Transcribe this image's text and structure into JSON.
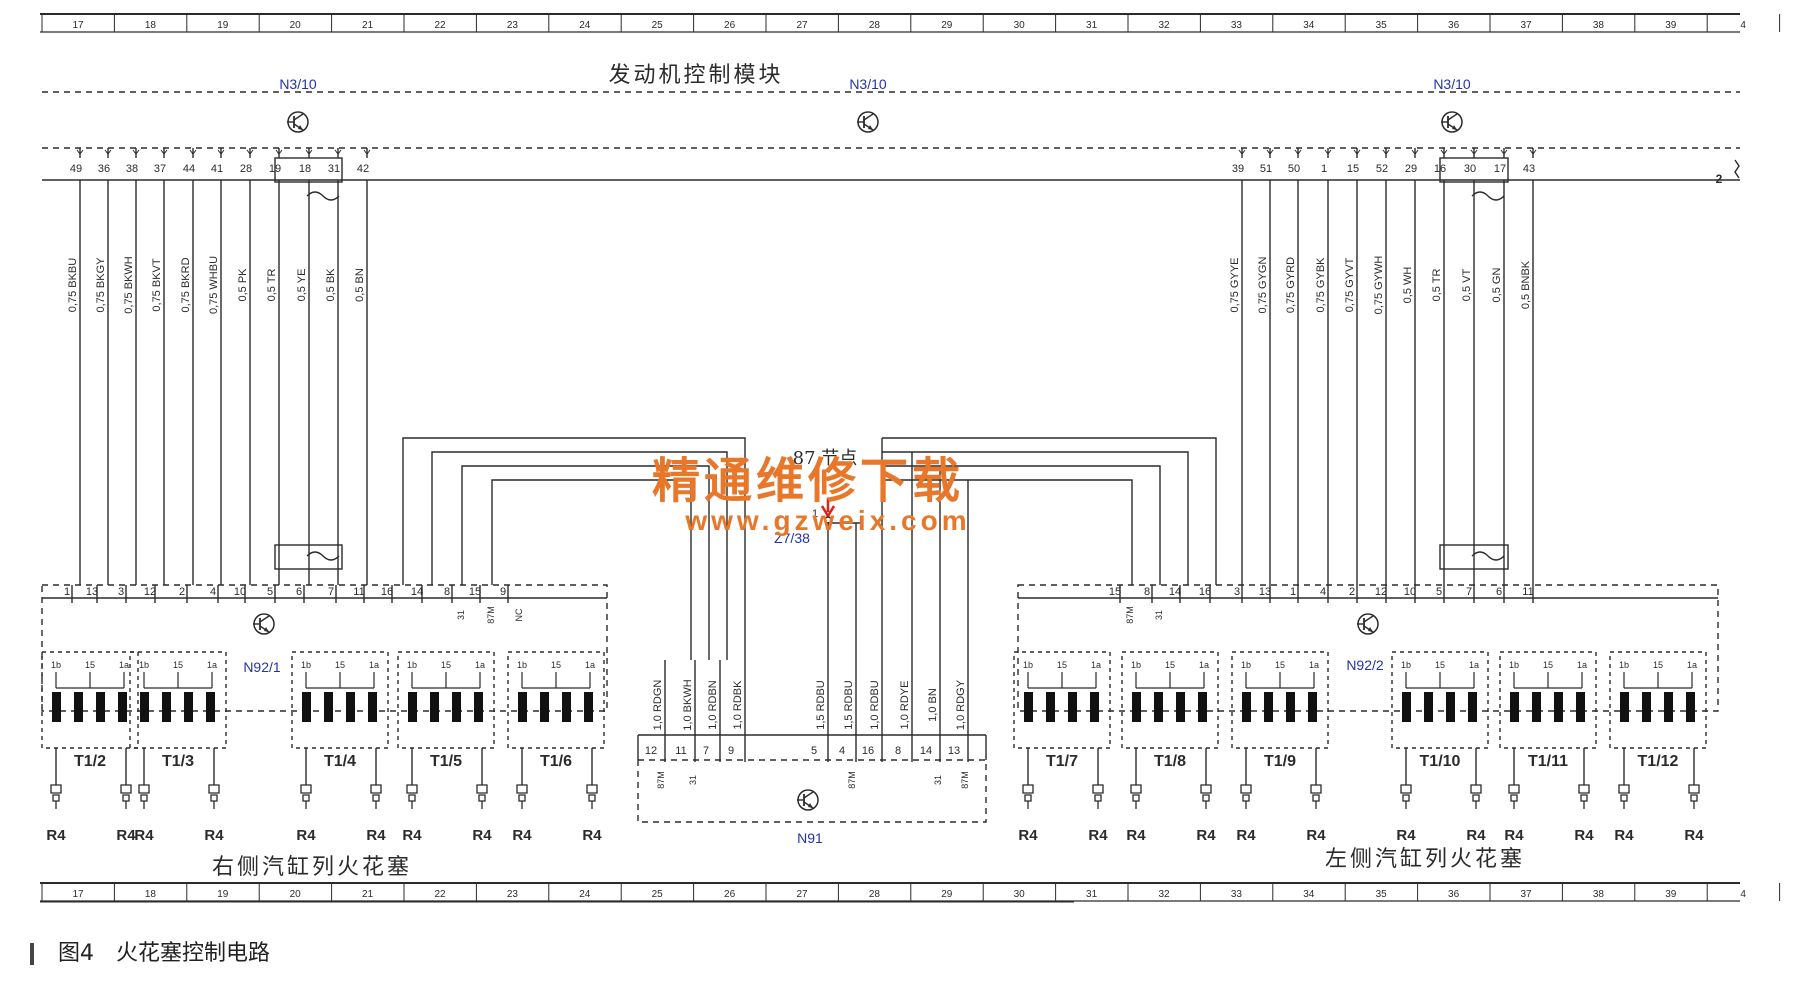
{
  "ruler": [
    "17",
    "18",
    "19",
    "20",
    "21",
    "22",
    "23",
    "24",
    "25",
    "26",
    "27",
    "28",
    "29",
    "30",
    "31",
    "32",
    "33",
    "34",
    "35",
    "36",
    "37",
    "38",
    "39",
    "4"
  ],
  "module_title": "发动机控制模块",
  "module_labels": [
    "N3/10",
    "N3/10",
    "N3/10"
  ],
  "connector_end": "2",
  "top_pins_left": [
    "49",
    "36",
    "38",
    "37",
    "44",
    "41",
    "28",
    "19",
    "18",
    "31",
    "42"
  ],
  "top_pins_right": [
    "39",
    "51",
    "50",
    "1",
    "15",
    "52",
    "29",
    "16",
    "30",
    "17",
    "43"
  ],
  "wires_left": [
    "0,75 BKBU",
    "0,75 BKGY",
    "0,75 BKWH",
    "0,75 BKVT",
    "0,75 BKRD",
    "0,75 WHBU",
    "0,5 PK",
    "0,5 TR",
    "0,5 YE",
    "0,5 BK",
    "0,5 BN"
  ],
  "wires_right": [
    "0,75 GYYE",
    "0,75 GYGN",
    "0,75 GYRD",
    "0,75 GYBK",
    "0,75 GYVT",
    "0,75 GYWH",
    "0,5 WH",
    "0,5 TR",
    "0,5 VT",
    "0,5 GN",
    "0,5 BNBK"
  ],
  "node_label": "87 节点",
  "node_pin": "1",
  "node_id": "Z7/38",
  "watermark": {
    "text": "精通维修下载",
    "url": "www.gzweix.com"
  },
  "n92_1": {
    "label": "N92/1",
    "pins": [
      "1",
      "13",
      "3",
      "12",
      "2",
      "4",
      "10",
      "5",
      "6",
      "7",
      "11",
      "16",
      "14",
      "8",
      "15",
      "9"
    ],
    "sub": [
      "31",
      "87M",
      "NC"
    ]
  },
  "n92_2": {
    "label": "N92/2",
    "pins": [
      "15",
      "8",
      "14",
      "16",
      "3",
      "13",
      "1",
      "4",
      "2",
      "12",
      "10",
      "5",
      "7",
      "6",
      "11"
    ],
    "sub": [
      "87M",
      "31"
    ]
  },
  "n91": {
    "label": "N91",
    "pins": [
      "12",
      "11",
      "7",
      "9",
      "5",
      "4",
      "16",
      "8",
      "14",
      "13"
    ],
    "sub": [
      "87M",
      "31",
      "87M",
      "31",
      "87M"
    ],
    "wires": [
      "1,0 RDGN",
      "1,0 BKWH",
      "1,0 RDBN",
      "1,0 RDBK",
      "1,5 RDBU",
      "1,5 RDBU",
      "1,0 RDBU",
      "1,0 RDYE",
      "1,0 BN",
      "1,0 RDGY"
    ]
  },
  "coil_terminals": [
    "1b",
    "15",
    "1a"
  ],
  "coils_left": [
    "T1/2",
    "T1/3",
    "T1/4",
    "T1/5",
    "T1/6"
  ],
  "coils_right": [
    "T1/7",
    "T1/8",
    "T1/9",
    "T1/10",
    "T1/11",
    "T1/12"
  ],
  "plug_label": "R4",
  "bank_left": "右侧汽缸列火花塞",
  "bank_right": "左侧汽缸列火花塞",
  "caption": {
    "num": "图4",
    "text": "火花塞控制电路"
  }
}
